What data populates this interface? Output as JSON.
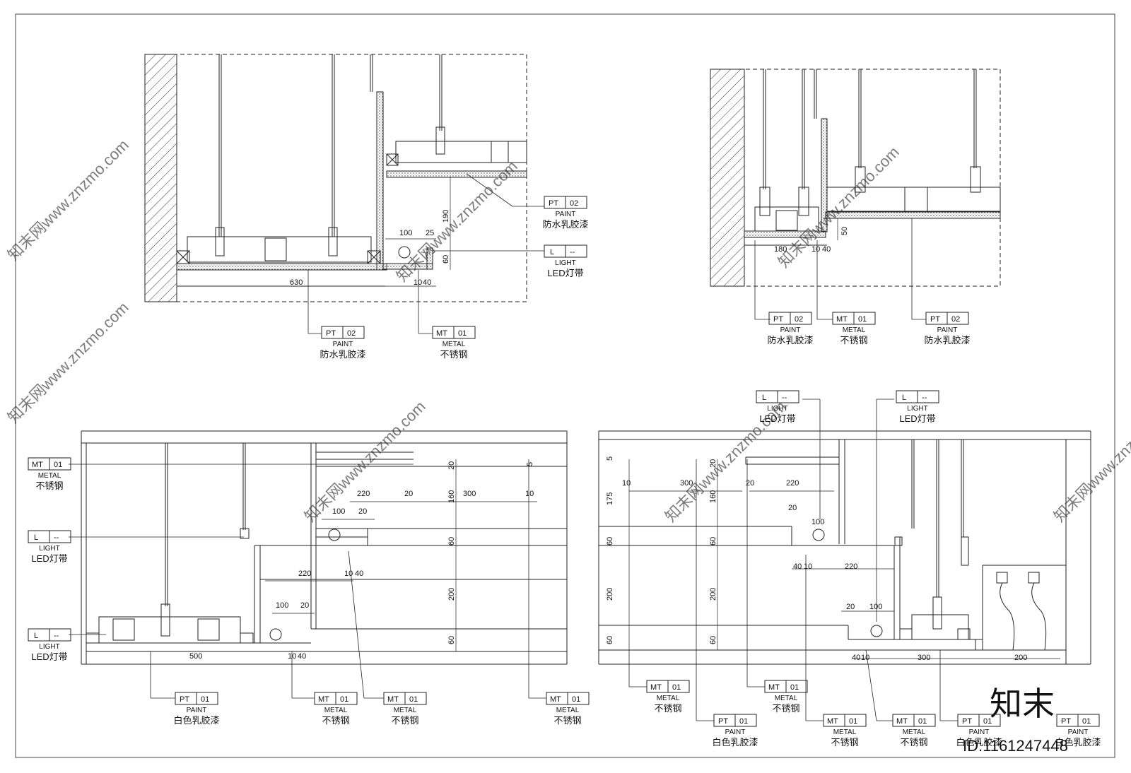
{
  "watermark": {
    "site": "知末网www.znzmo.com",
    "brand": "知末",
    "id": "ID:1161247448"
  },
  "tags": {
    "pt02": {
      "code": "PT",
      "num": "02",
      "cat": "PAINT",
      "name": "防水乳胶漆"
    },
    "pt01": {
      "code": "PT",
      "num": "01",
      "cat": "PAINT",
      "name": "白色乳胶漆"
    },
    "mt01": {
      "code": "MT",
      "num": "01",
      "cat": "METAL",
      "name": "不锈钢"
    },
    "l": {
      "code": "L",
      "num": "--",
      "cat": "LIGHT",
      "name": "LED灯带"
    }
  },
  "dims": {
    "tl": [
      "630",
      "100",
      "25",
      "190",
      "60",
      "10",
      "40"
    ],
    "tr": [
      "180",
      "10",
      "40",
      "50"
    ],
    "bl": [
      "500",
      "10",
      "40",
      "220",
      "20",
      "300",
      "10",
      "20",
      "5",
      "160",
      "100",
      "20",
      "60",
      "220",
      "10",
      "40",
      "200",
      "100",
      "20",
      "60"
    ],
    "br": [
      "5",
      "10",
      "300",
      "175",
      "20",
      "220",
      "20",
      "160",
      "20",
      "100",
      "60",
      "60",
      "40",
      "10",
      "220",
      "200",
      "200",
      "20",
      "100",
      "60",
      "60",
      "40",
      "10",
      "300",
      "200"
    ]
  }
}
